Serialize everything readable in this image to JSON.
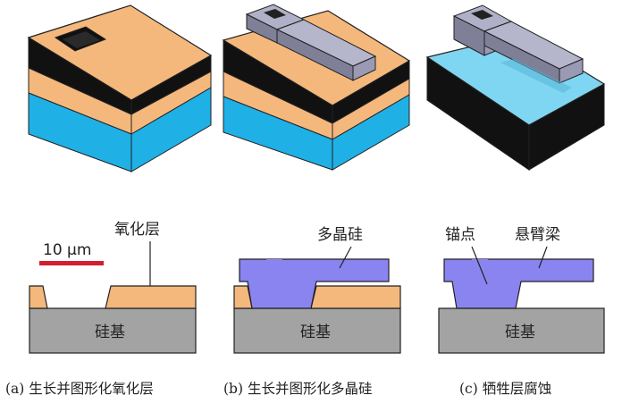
{
  "colors": {
    "oxide": "#f5b87c",
    "substrate": "#1fb0e6",
    "substrate_exposed": "#7fd6f2",
    "block_side": "#111111",
    "polysilicon": "#8a84f0",
    "polysilicon_3d": "#9a9ab5",
    "silicon_base": "#a3a3a3",
    "scale_bar": "#d21e2e"
  },
  "scale_bar": {
    "label": "10 μm"
  },
  "panels": [
    {
      "id": "a",
      "labels": [
        "氧化层"
      ],
      "base_label": "硅基",
      "caption": "(a) 生长并图形化氧化层"
    },
    {
      "id": "b",
      "labels": [
        "多晶硅"
      ],
      "base_label": "硅基",
      "caption": "(b) 生长并图形化多晶硅"
    },
    {
      "id": "c",
      "labels": [
        "锚点",
        "悬臂梁"
      ],
      "base_label": "硅基",
      "caption": "(c) 牺牲层腐蚀"
    }
  ]
}
